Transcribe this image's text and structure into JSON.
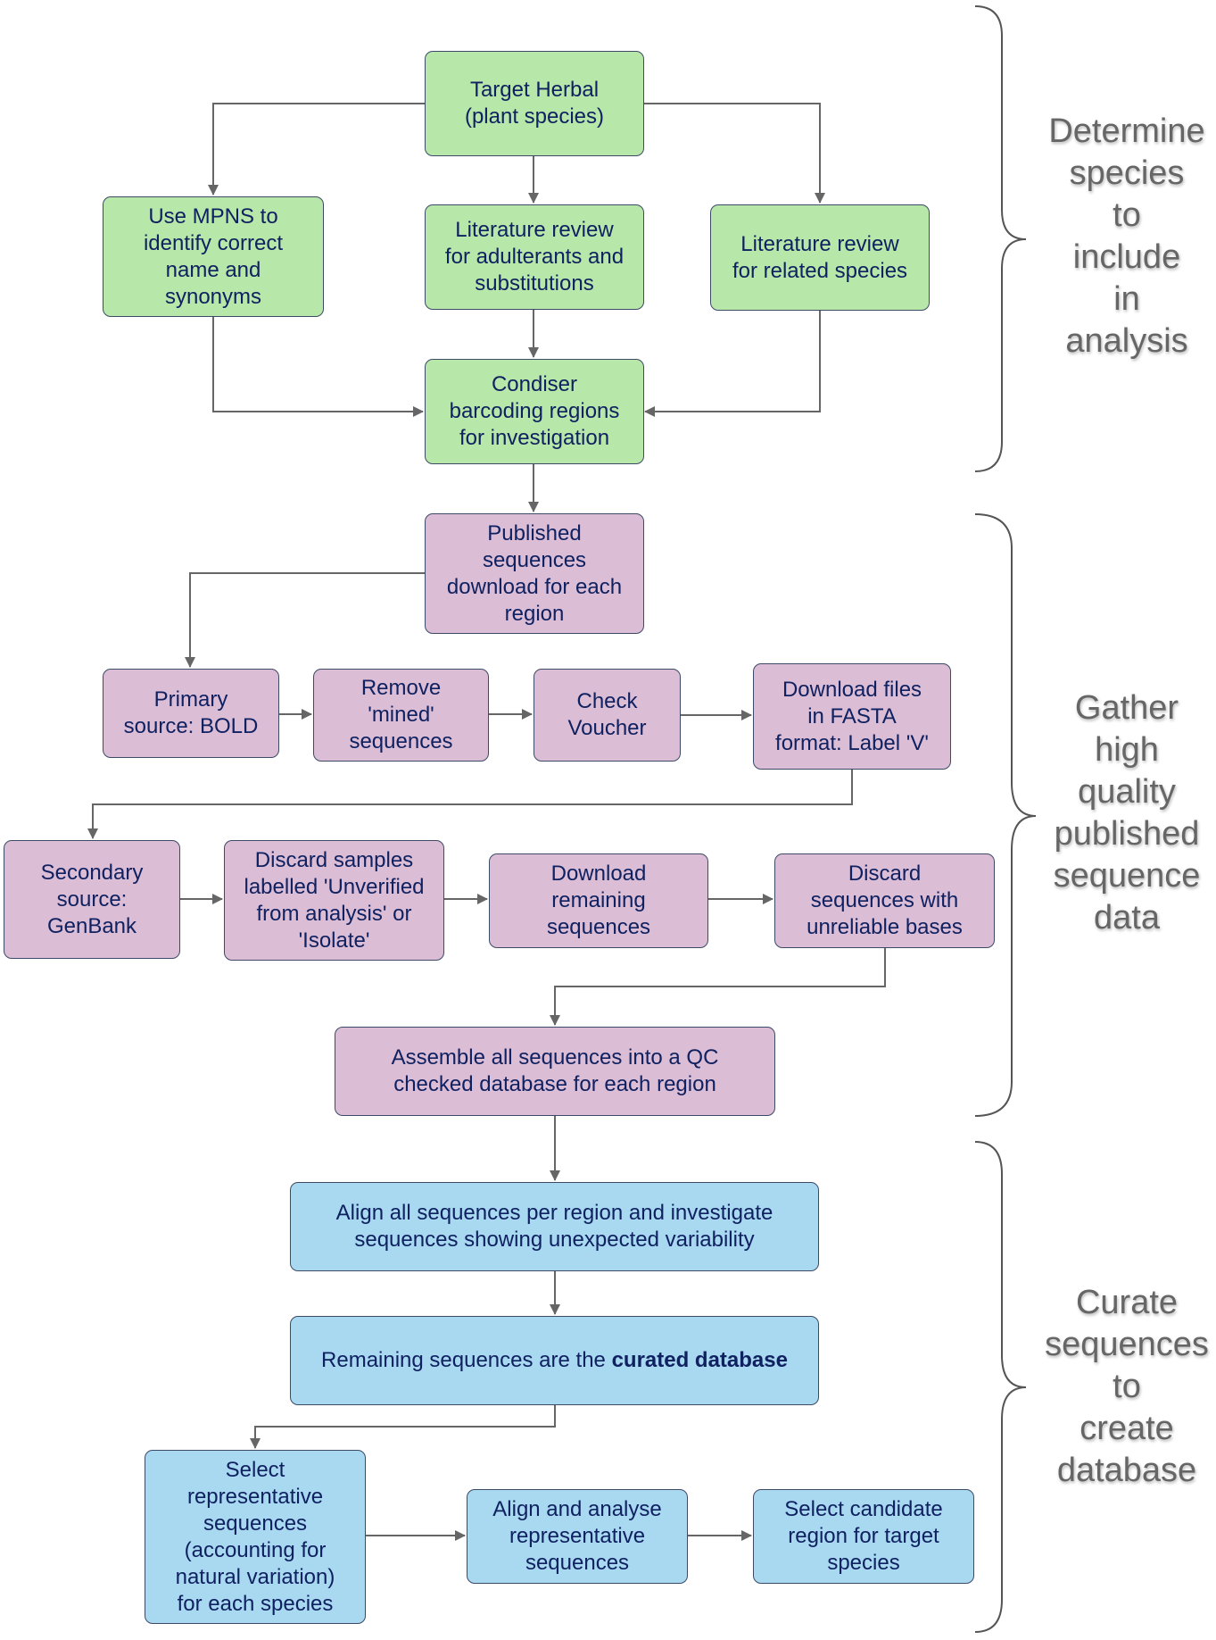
{
  "nodes": {
    "target": {
      "lines": [
        "Target Herbal",
        "(plant species)"
      ]
    },
    "mpns": {
      "lines": [
        "Use MPNS to",
        "identify correct",
        "name and",
        "synonyms"
      ]
    },
    "lit_adulterants": {
      "lines": [
        "Literature review",
        "for adulterants and",
        "substitutions"
      ]
    },
    "lit_related": {
      "lines": [
        "Literature review",
        "for related species"
      ]
    },
    "condiser": {
      "lines": [
        "Condiser",
        "barcoding regions",
        "for investigation"
      ]
    },
    "published": {
      "lines": [
        "Published",
        "sequences",
        "download for each",
        "region"
      ]
    },
    "primary": {
      "lines": [
        "Primary",
        "source: BOLD"
      ]
    },
    "remove_mined": {
      "lines": [
        "Remove",
        "'mined'",
        "sequences"
      ]
    },
    "check_voucher": {
      "lines": [
        "Check",
        "Voucher"
      ]
    },
    "download_fasta": {
      "lines": [
        "Download files",
        "in FASTA",
        "format: Label 'V'"
      ]
    },
    "secondary": {
      "lines": [
        "Secondary",
        "source:",
        "GenBank"
      ]
    },
    "discard_unverified": {
      "lines": [
        "Discard samples",
        "labelled 'Unverified",
        "from analysis' or",
        "'Isolate'"
      ]
    },
    "download_remaining": {
      "lines": [
        "Download",
        "remaining",
        "sequences"
      ]
    },
    "discard_unreliable": {
      "lines": [
        "Discard",
        "sequences with",
        "unreliable bases"
      ]
    },
    "assemble": {
      "lines": [
        "Assemble all sequences into a QC",
        "checked database for each region"
      ]
    },
    "align_all": {
      "lines": [
        "Align all sequences per region and investigate",
        "sequences showing unexpected variability"
      ]
    },
    "remaining": {
      "prefix": "Remaining sequences are the ",
      "bold": "curated database"
    },
    "select_rep": {
      "lines": [
        "Select",
        "representative",
        "sequences",
        "(accounting for",
        "natural variation)",
        "for each species"
      ]
    },
    "align_analyse": {
      "lines": [
        "Align and analyse",
        "representative",
        "sequences"
      ]
    },
    "select_candidate": {
      "lines": [
        "Select candidate",
        "region for target",
        "species"
      ]
    }
  },
  "stages": {
    "determine": {
      "lines": [
        "Determine",
        "species",
        "to",
        "include",
        "in",
        "analysis"
      ]
    },
    "gather": {
      "lines": [
        "Gather",
        "high",
        "quality",
        "published",
        "sequence",
        "data"
      ]
    },
    "curate": {
      "lines": [
        "Curate",
        "sequences",
        "to",
        "create",
        "database"
      ]
    }
  },
  "colors": {
    "green_fill": "#b8e8a9",
    "purple_fill": "#dcbdd6",
    "blue_fill": "#a9d8f1",
    "node_border": "#3d4a66",
    "node_text": "#0f2160",
    "connector": "#666666",
    "stage_text": "#666666"
  }
}
